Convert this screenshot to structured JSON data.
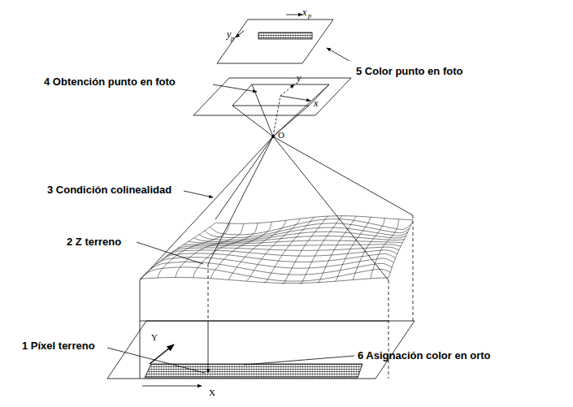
{
  "diagram": {
    "labels": [
      "x",
      "p",
      "y",
      "p",
      "5 Color punto en foto",
      "4 Obtención punto en foto",
      "y",
      "x",
      "O",
      "3 Condición colinealidad",
      "2 Z terreno",
      "1 Píxel terreno",
      "Y",
      "6 Asignación color en orto",
      "X"
    ]
  }
}
